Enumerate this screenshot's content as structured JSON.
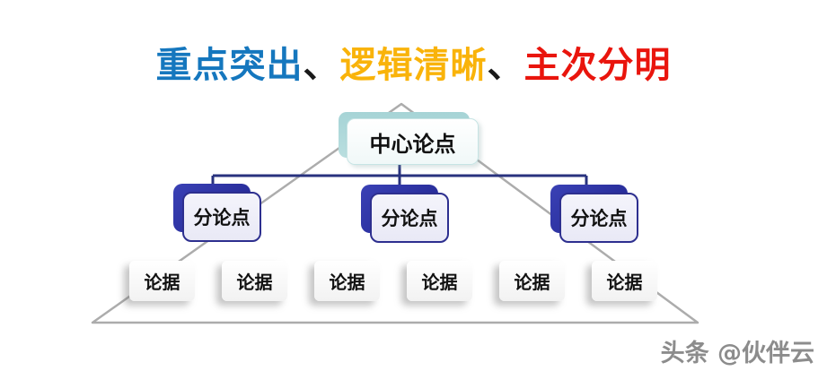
{
  "title": {
    "segments": [
      {
        "text": "重点突出",
        "color": "#1577BE"
      },
      {
        "text": "、",
        "color": "#1A1A1A"
      },
      {
        "text": "逻辑清晰",
        "color": "#F9B30A"
      },
      {
        "text": "、",
        "color": "#1A1A1A"
      },
      {
        "text": "主次分明",
        "color": "#E9150D"
      }
    ]
  },
  "diagram": {
    "type": "pyramid-hierarchy",
    "root": {
      "label": "中心论点",
      "shadow_color": "#ACD8DA"
    },
    "branches": [
      {
        "label": "分论点"
      },
      {
        "label": "分论点"
      },
      {
        "label": "分论点"
      }
    ],
    "branch_shadow_color": "#2A2F9F",
    "branch_border_color": "#2D2F8F",
    "leaves": [
      {
        "label": "论据"
      },
      {
        "label": "论据"
      },
      {
        "label": "论据"
      },
      {
        "label": "论据"
      },
      {
        "label": "论据"
      },
      {
        "label": "论据"
      }
    ],
    "connector_color": "#28327E",
    "pyramid_outline_color": "#ACACAC"
  },
  "watermark": {
    "text": "头条 @伙伴云"
  }
}
